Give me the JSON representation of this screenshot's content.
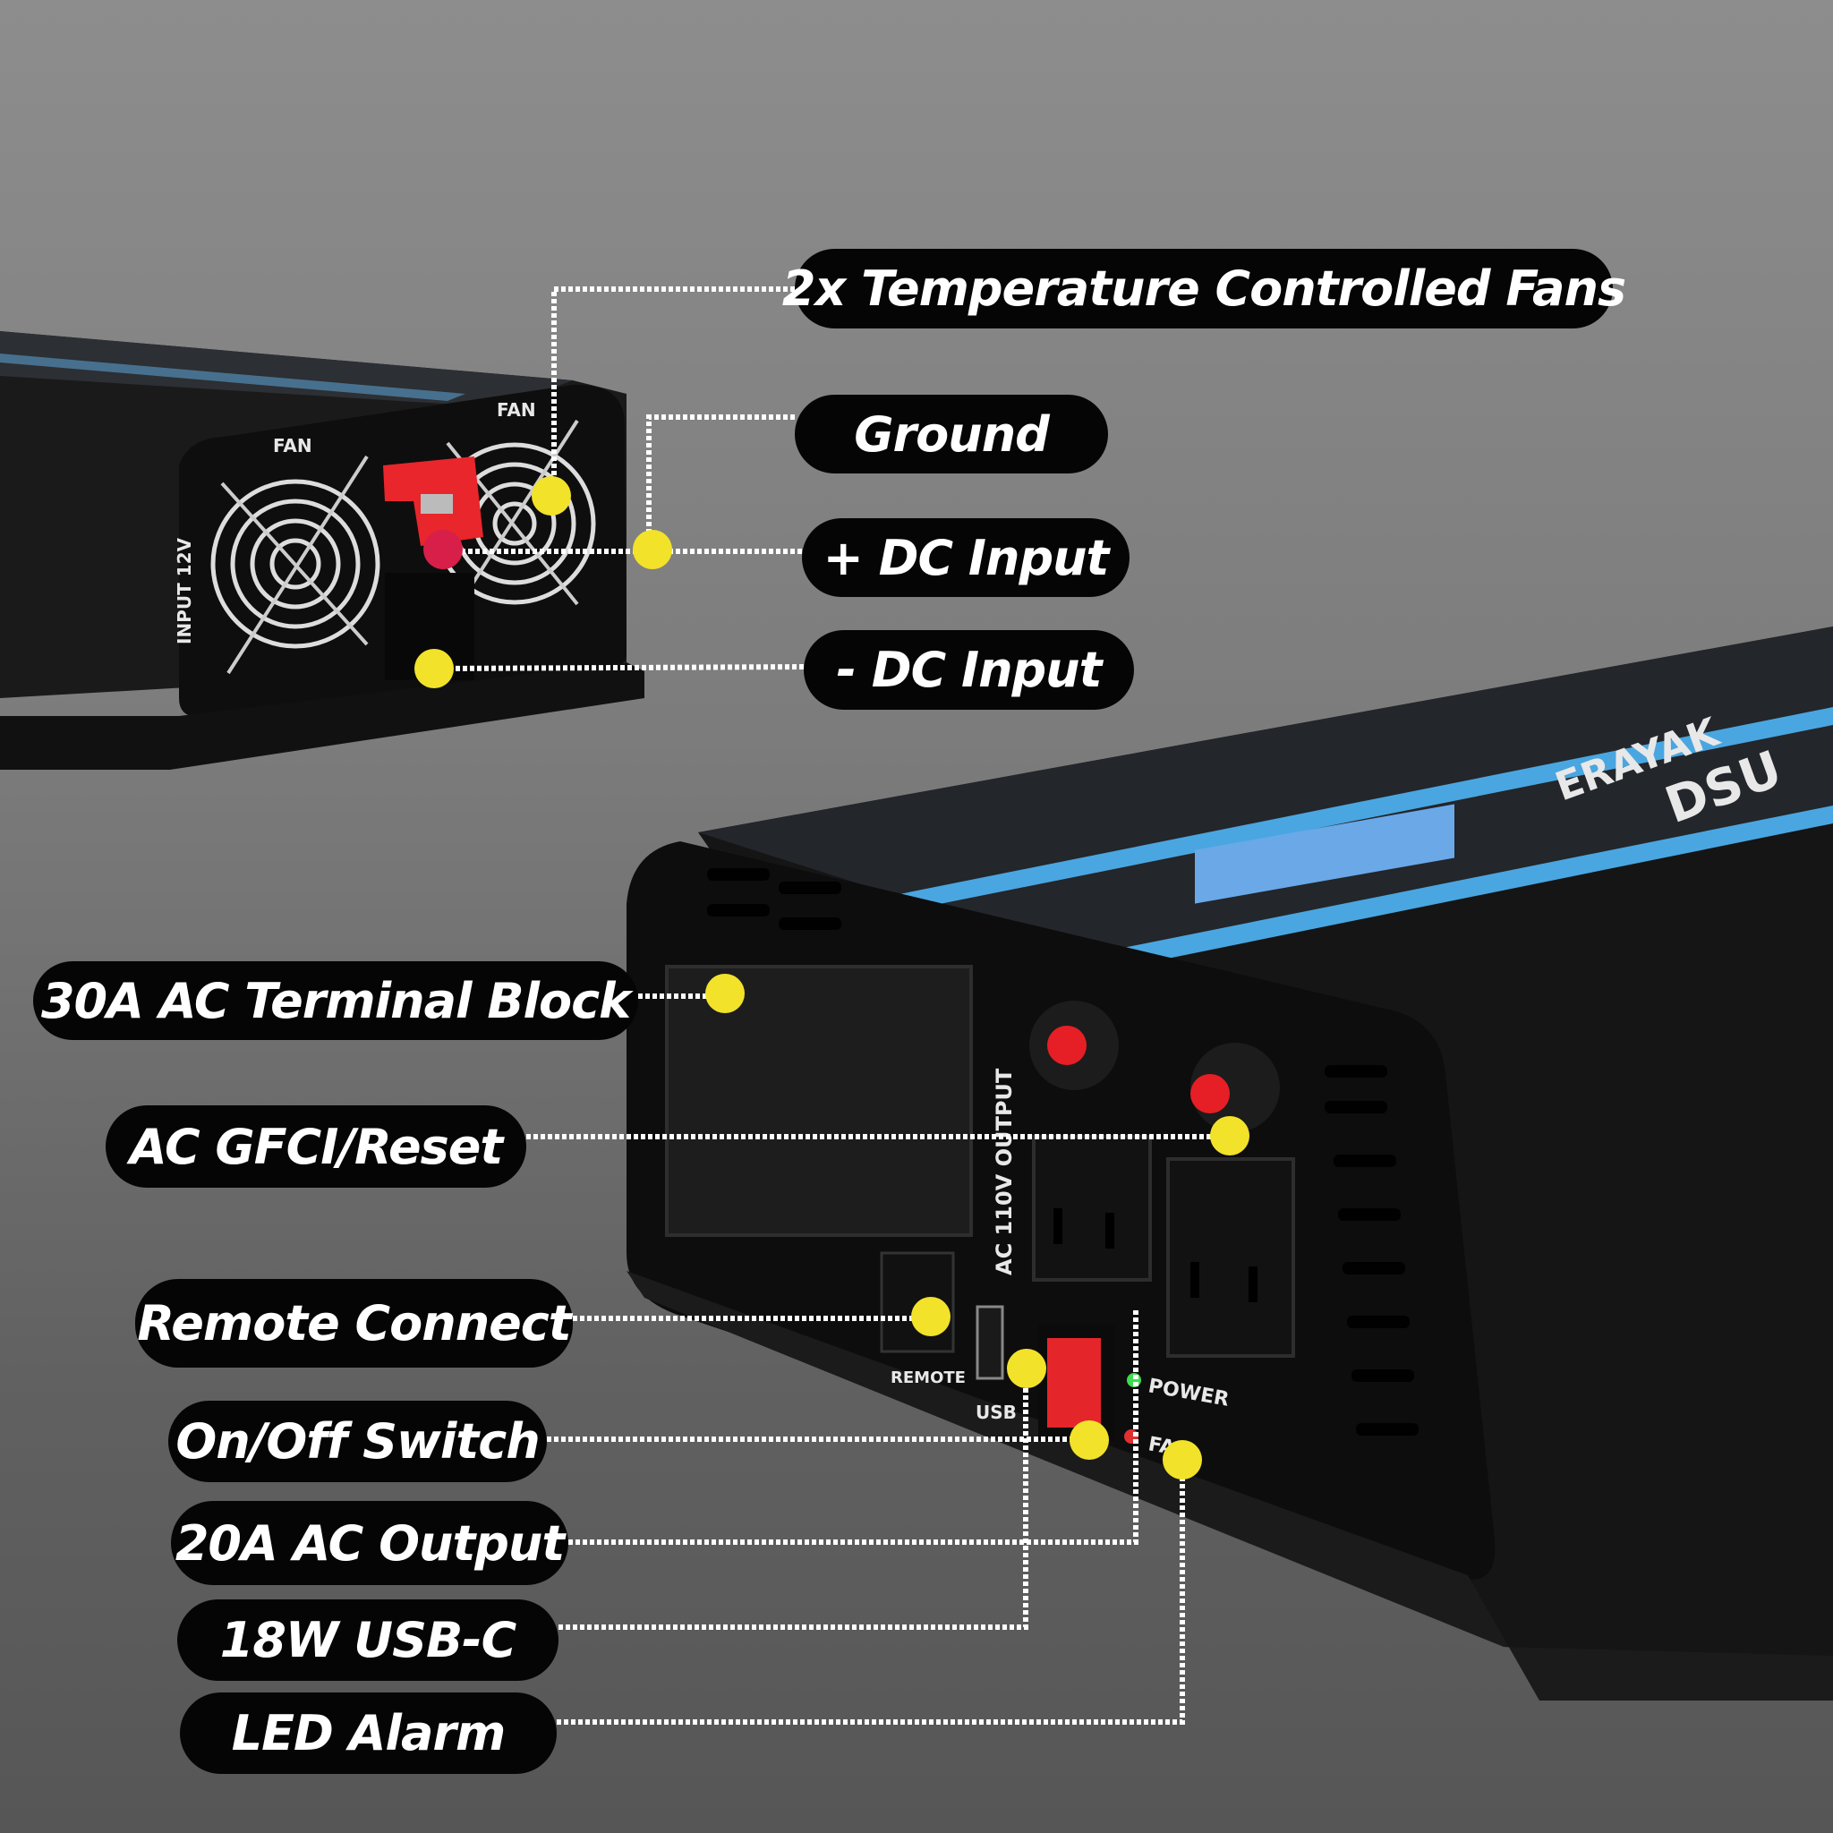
{
  "callouts": {
    "fans": "2x Temperature Controlled Fans",
    "ground": "Ground",
    "dc_positive": "+ DC Input",
    "dc_negative": "- DC Input",
    "terminal_block": "30A AC Terminal Block",
    "gfci": "AC GFCI/Reset",
    "remote": "Remote Connect",
    "switch": "On/Off Switch",
    "ac_output": "20A AC Output",
    "usb_c": "18W USB-C",
    "led_alarm": "LED Alarm"
  },
  "device_labels": {
    "fan": "FAN",
    "input": "INPUT 12V",
    "ac_output": "AC 110V OUTPUT",
    "remote": "REMOTE",
    "usb": "USB",
    "power": "POWER",
    "fault": "FA",
    "brand": "ERAYAK",
    "model": "DSU"
  },
  "colors": {
    "marker": "#f2e22a",
    "positive_marker": "#d81f4a",
    "pill": "#050505",
    "accent_stripe": "#4aa6e0"
  }
}
